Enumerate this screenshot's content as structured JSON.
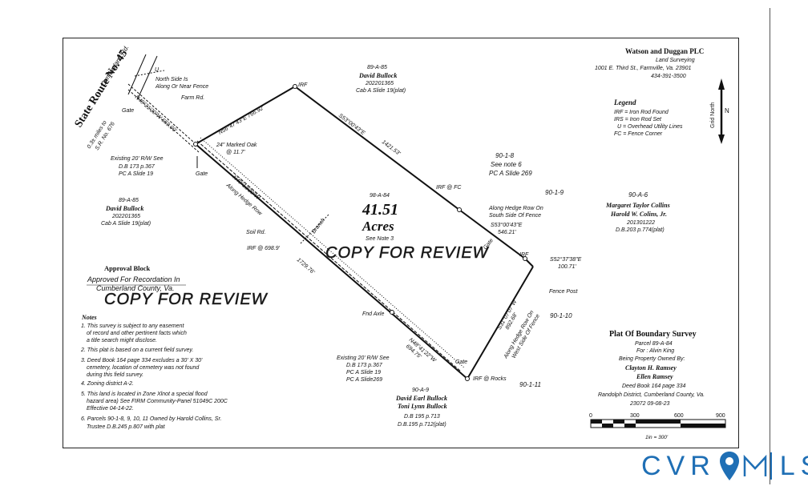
{
  "top_right": {
    "firm": "Watson and Duggan PLC",
    "firm_sub": "Land Surveying",
    "address": "1001 E. Third St., Farmville, Va. 23901",
    "phone": "434-391-3500"
  },
  "legend": {
    "title": "Legend",
    "items": [
      "IRF = Iron Rod Found",
      "IRS = Iron Rod Set",
      "U = Overhead Utility Lines",
      "FC = Fence Corner"
    ]
  },
  "north_arrow": {
    "label": "Grid North",
    "letter": "N"
  },
  "route": {
    "name": "State Route No. 45",
    "sub": "Cumberland Rd.",
    "dist1": "0.3± miles to",
    "dist2": "S.R. No. 676"
  },
  "top_parcel": {
    "id": "89-A-85",
    "owner": "David Bullock",
    "instrument": "202201365",
    "cab": "Cab A Slide 19(plat)"
  },
  "left_parcel": {
    "id": "89-A-85",
    "owner": "David Bullock",
    "instrument": "202201365",
    "cab": "Cab A Slide 19(plat)"
  },
  "parcel_901_8": {
    "id": "90-1-8",
    "note": "See note 6",
    "pc": "PC A Slide 269"
  },
  "parcel_901_9": {
    "id": "90-1-9"
  },
  "parcel_90a6": {
    "id": "90-A-6",
    "owner1": "Margaret Taylor Collins",
    "owner2": "Harold W. Colins, Jr.",
    "instrument": "201301222",
    "db": "D.B.203 p.774(plat)"
  },
  "parcel_901_10": {
    "id": "90-1-10"
  },
  "parcel_901_11": {
    "id": "90-1-11"
  },
  "parcel_90a9": {
    "id": "90-A-9",
    "owner1": "David Earl Bullock",
    "owner2": "Toni Lynn Bullock",
    "db1": "D.B 195 p.713",
    "db2": "D.B.195 p.712(plat)"
  },
  "center": {
    "parcel": "98-A-84",
    "acres": "41.51",
    "acres_label": "Acres",
    "note": "See Note 3"
  },
  "watermark": "COPY FOR REVIEW",
  "labels": {
    "north_side_1": "North Side Is",
    "north_side_2": "Along Or Near Fence",
    "u": "U",
    "farm_rd": "Farm Rd.",
    "gate_top": "Gate",
    "gate_left": "Gate",
    "gate_bottom": "Gate",
    "gate_right": "Gate",
    "bearing_1": "N49°21'20\"W 659.00'",
    "bearing_2": "N56°47'43\"E 766.92'",
    "bearing_3": "S53°00'43\"E",
    "bearing_3_dist": "1421.53'",
    "marked_oak_1": "24\" Marked Oak",
    "marked_oak_2": "@ 11.7'",
    "rw_top_1": "Existing 20' R/W See",
    "rw_top_2": "D.B 173 p.367",
    "rw_top_3": "PC A Slide 19",
    "hedge_1": "N49°13'20\"W",
    "hedge_2": "Along Hedge Row",
    "branch": "Branch",
    "soil_rd": "Soil Rd.",
    "irf_698": "IRF @ 698.9'",
    "dist_1729": "1729.76'",
    "irf_top": "IRF",
    "irf_fc": "IRF @ FC",
    "hedge_south_1": "Along Hedge Row On",
    "hedge_south_2": "South Side Of Fence",
    "hedge_south_3": "S53°00'43\"E",
    "hedge_south_4": "546.21'",
    "irf_right": "IRF",
    "s52": "S52°37'38\"E",
    "s52_dist": "100.71'",
    "fence_post": "Fence Post",
    "s31": "S31°07'07\"W",
    "s31_dist": "892.68'",
    "hedge_west_1": "Along Hedge Row On",
    "hedge_west_2": "West Side Of Fence",
    "irf_rocks": "IRF @ Rocks",
    "fnd_axle": "Fnd Axle",
    "n48": "N48°41'22\"W",
    "n48_dist": "694.75'",
    "rw_bot_1": "Existing 20' R/W See",
    "rw_bot_2": "D.B 173 p.367",
    "rw_bot_3": "PC A Slide 19",
    "rw_bot_4": "PC A Slide269"
  },
  "approval": {
    "title": "Approval Block",
    "line1": "Approved For Recordation In",
    "line2": "Cumberland County, Va."
  },
  "notes": {
    "title": "Notes",
    "lines": [
      "1. This survey is subject to any easement",
      "of record and other pertinent facts which",
      "a title search might disclose.",
      "2. This plat is based on a current field survey.",
      "3. Deed Book 164 page 334 excludes a 30' X 30'",
      "cemetery, location of cemetery was not found",
      "during this field survey.",
      "4. Zoning district A-2.",
      "5. This land is located in Zone Xlnot a special flood",
      "hazard area) See FIRM Community-Panel 51049C 200C",
      "Effective  04-14-22.",
      "6. Parcels 90-1-8, 9, 10, 11  Owned by Harold Collins, Sr.",
      "Trustee  D.B.245 p.807  with plat"
    ]
  },
  "title_block": {
    "title": "Plat Of Boundary Survey",
    "parcel": "Parcel 89-A-84",
    "for": "For : Alvin King",
    "being": "Being Property Owned By:",
    "owner1": "Clayton H. Ramsey",
    "owner2": "Ellen Ramsey",
    "deed": "Deed Book 164 page 334",
    "district": "Randolph  District, Cumberland County, Va.",
    "job": "23072    09-08-23"
  },
  "scale": {
    "ticks": [
      "0",
      "300",
      "600",
      "900"
    ],
    "caption": "1in = 300'"
  },
  "logo": {
    "left": "CVR",
    "right": "LS"
  }
}
